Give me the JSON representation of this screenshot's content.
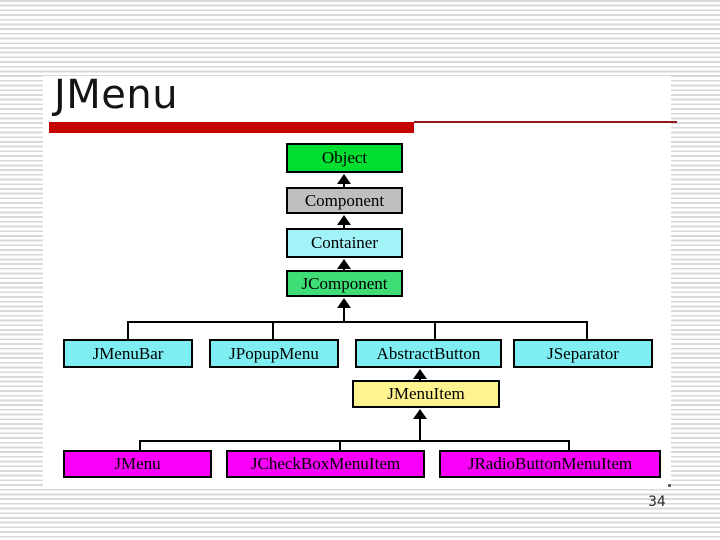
{
  "slide": {
    "title": "JMenu",
    "page_number": "34"
  },
  "theme": {
    "stripe_color": "#d9d9d9",
    "accent_bar_color": "#c40000",
    "accent_line_color": "#8f1d1d",
    "node_border_color": "#000000"
  },
  "diagram": {
    "type": "class-hierarchy",
    "nodes": [
      {
        "id": "object",
        "label": "Object",
        "color": "#00df2f",
        "parent": null
      },
      {
        "id": "component",
        "label": "Component",
        "color": "#bfbfbf",
        "parent": "object"
      },
      {
        "id": "container",
        "label": "Container",
        "color": "#a2f3f8",
        "parent": "component"
      },
      {
        "id": "jcomponent",
        "label": "JComponent",
        "color": "#3edd76",
        "parent": "container"
      },
      {
        "id": "jmenubar",
        "label": "JMenuBar",
        "color": "#7eeef2",
        "parent": "jcomponent"
      },
      {
        "id": "jpopupmenu",
        "label": "JPopupMenu",
        "color": "#7eeef2",
        "parent": "jcomponent"
      },
      {
        "id": "abstractbutton",
        "label": "AbstractButton",
        "color": "#7eeef2",
        "parent": "jcomponent"
      },
      {
        "id": "jseparator",
        "label": "JSeparator",
        "color": "#7eeef2",
        "parent": "jcomponent"
      },
      {
        "id": "jmenuitem",
        "label": "JMenuItem",
        "color": "#fff38f",
        "parent": "abstractbutton"
      },
      {
        "id": "jmenu",
        "label": "JMenu",
        "color": "#fa00fa",
        "parent": "jmenuitem"
      },
      {
        "id": "jcheckboxmenuitem",
        "label": "JCheckBoxMenuItem",
        "color": "#fa00fa",
        "parent": "jmenuitem"
      },
      {
        "id": "jradiobuttonmenuitem",
        "label": "JRadioButtonMenuItem",
        "color": "#fa00fa",
        "parent": "jmenuitem"
      }
    ]
  }
}
